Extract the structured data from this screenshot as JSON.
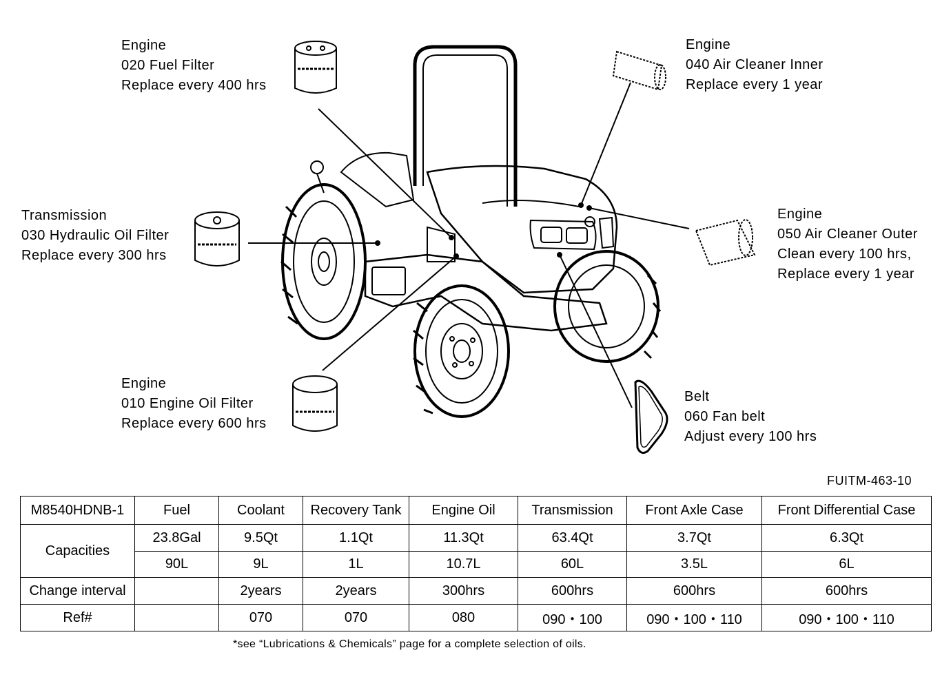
{
  "callouts": {
    "fuel_filter": {
      "system": "Engine",
      "part": "020  Fuel  Filter",
      "action": "Replace  every  400  hrs"
    },
    "air_inner": {
      "system": "Engine",
      "part": "040  Air  Cleaner  Inner",
      "action": "Replace  every  1  year"
    },
    "hydraulic": {
      "system": "Transmission",
      "part": "030  Hydraulic  Oil  Filter",
      "action": "Replace  every  300  hrs"
    },
    "air_outer": {
      "system": "Engine",
      "part": "050  Air  Cleaner  Outer",
      "action": "Clean  every  100  hrs,",
      "action2": "Replace  every  1  year"
    },
    "oil_filter": {
      "system": "Engine",
      "part": "010  Engine  Oil  Filter",
      "action": "Replace  every  600  hrs"
    },
    "fan_belt": {
      "system": "Belt",
      "part": "060  Fan  belt",
      "action": "Adjust  every  100  hrs"
    }
  },
  "doc_id": "FUITM-463-10",
  "table": {
    "model": "M8540HDNB-1",
    "headers": [
      "Fuel",
      "Coolant",
      "Recovery  Tank",
      "Engine  Oil",
      "Transmission",
      "Front  Axle  Case",
      "Front  Differential  Case"
    ],
    "capacities_label": "Capacities",
    "capacities_us": [
      "23.8Gal",
      "9.5Qt",
      "1.1Qt",
      "11.3Qt",
      "63.4Qt",
      "3.7Qt",
      "6.3Qt"
    ],
    "capacities_metric": [
      "90L",
      "9L",
      "1L",
      "10.7L",
      "60L",
      "3.5L",
      "6L"
    ],
    "interval_label": "Change  interval",
    "intervals": [
      "",
      "2years",
      "2years",
      "300hrs",
      "600hrs",
      "600hrs",
      "600hrs"
    ],
    "ref_label": "Ref#",
    "refs": [
      "",
      "070",
      "070",
      "080",
      "090・100",
      "090・100・110",
      "090・100・110"
    ]
  },
  "footnote": "*see “Lubrications & Chemicals” page for a complete selection of oils."
}
